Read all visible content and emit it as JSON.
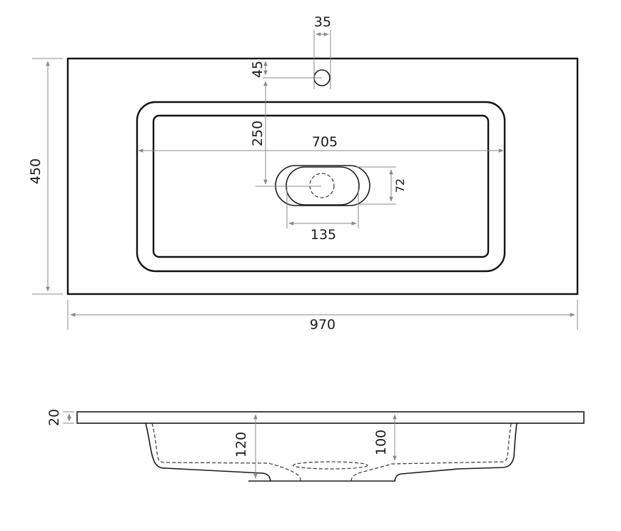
{
  "drawing": {
    "title": "Countertop washbasin technical drawing",
    "units": "mm",
    "colors": {
      "outline": "#111111",
      "dimension": "#8a8a8a",
      "text": "#1a1a1a"
    }
  },
  "top_view": {
    "dimensions": {
      "tap_hole_diameter": "35",
      "tap_hole_offset": "45",
      "bowl_center_depth": "250",
      "bowl_width": "705",
      "overflow_height": "72",
      "overflow_width": "135",
      "total_depth": "450",
      "total_width": "970"
    }
  },
  "side_view": {
    "dimensions": {
      "slab_thickness": "20",
      "bowl_depth_left": "120",
      "bowl_depth_right": "100"
    }
  }
}
